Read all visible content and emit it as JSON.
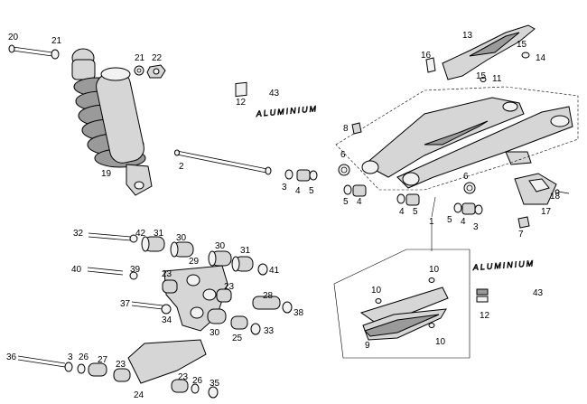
{
  "labels": {
    "l20a": "20",
    "l21a": "21",
    "l21b": "21",
    "l22": "22",
    "l19": "19",
    "l12a": "12",
    "l43a": "43",
    "l2": "2",
    "l13": "13",
    "l15a": "15",
    "l14": "14",
    "l16": "16",
    "l15b": "15",
    "l11": "11",
    "l8": "8",
    "l6a": "6",
    "l3a": "3",
    "l4a": "4",
    "l5a": "5",
    "l5b": "5",
    "l4b": "4",
    "l4c": "4",
    "l5c": "5",
    "l6b": "6",
    "l5d": "5",
    "l4d": "4",
    "l3b": "3",
    "l18": "18",
    "l17": "17",
    "l7": "7",
    "l1": "1",
    "l32": "32",
    "l42": "42",
    "l31a": "31",
    "l30a": "30",
    "l30b": "30",
    "l31b": "31",
    "l29": "29",
    "l40": "40",
    "l39": "39",
    "l41": "41",
    "l23a": "23",
    "l23b": "23",
    "l37": "37",
    "l34": "34",
    "l28": "28",
    "l38": "38",
    "l30c": "30",
    "l25": "25",
    "l33": "33",
    "l10a": "10",
    "l10b": "10",
    "l10c": "10",
    "l9": "9",
    "l43b": "43",
    "l12b": "12",
    "l36": "36",
    "l3c": "3",
    "l26a": "26",
    "l27": "27",
    "l23c": "23",
    "l23d": "23",
    "l26b": "26",
    "l35": "35",
    "l24": "24"
  },
  "decals": {
    "decal_top": "ALUMINIUM",
    "decal_right": "ALUMINIUM"
  },
  "colors": {
    "line": "#000000",
    "part_fill": "#d6d6d6",
    "background": "#ffffff"
  }
}
